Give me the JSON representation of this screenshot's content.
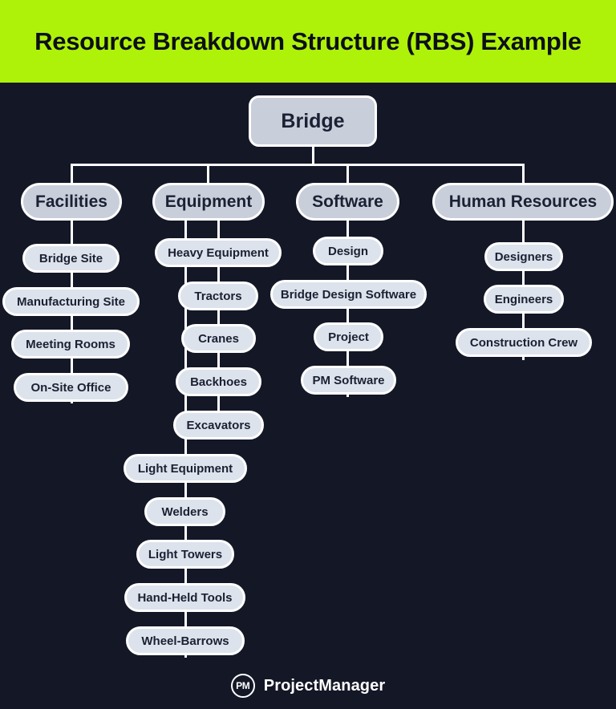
{
  "banner": {
    "title": "Resource Breakdown Structure (RBS) Example",
    "background_color": "#aef20a",
    "text_color": "#0d0f18"
  },
  "theme": {
    "background_color": "#141726",
    "node_fill": "#c9cedb",
    "leaf_fill": "#dde3ec",
    "node_border": "#ffffff",
    "node_text": "#1b2033",
    "connector_color": "#ffffff"
  },
  "diagram": {
    "type": "tree",
    "root": {
      "label": "Bridge"
    },
    "branches": [
      {
        "label": "Facilities",
        "children": [
          {
            "label": "Bridge Site"
          },
          {
            "label": "Manufacturing Site"
          },
          {
            "label": "Meeting Rooms"
          },
          {
            "label": "On-Site Office"
          }
        ]
      },
      {
        "label": "Equipment",
        "children": [
          {
            "label": "Heavy Equipment",
            "children": [
              {
                "label": "Tractors"
              },
              {
                "label": "Cranes"
              },
              {
                "label": "Backhoes"
              },
              {
                "label": "Excavators"
              }
            ]
          },
          {
            "label": "Light Equipment",
            "children": [
              {
                "label": "Welders"
              },
              {
                "label": "Light Towers"
              },
              {
                "label": "Hand-Held Tools"
              },
              {
                "label": "Wheel-Barrows"
              }
            ]
          }
        ]
      },
      {
        "label": "Software",
        "children": [
          {
            "label": "Design"
          },
          {
            "label": "Bridge Design Software"
          },
          {
            "label": "Project"
          },
          {
            "label": "PM Software"
          }
        ]
      },
      {
        "label": "Human Resources",
        "children": [
          {
            "label": "Designers"
          },
          {
            "label": "Engineers"
          },
          {
            "label": "Construction Crew"
          }
        ]
      }
    ]
  },
  "footer": {
    "logo_initials": "PM",
    "brand": "ProjectManager"
  }
}
